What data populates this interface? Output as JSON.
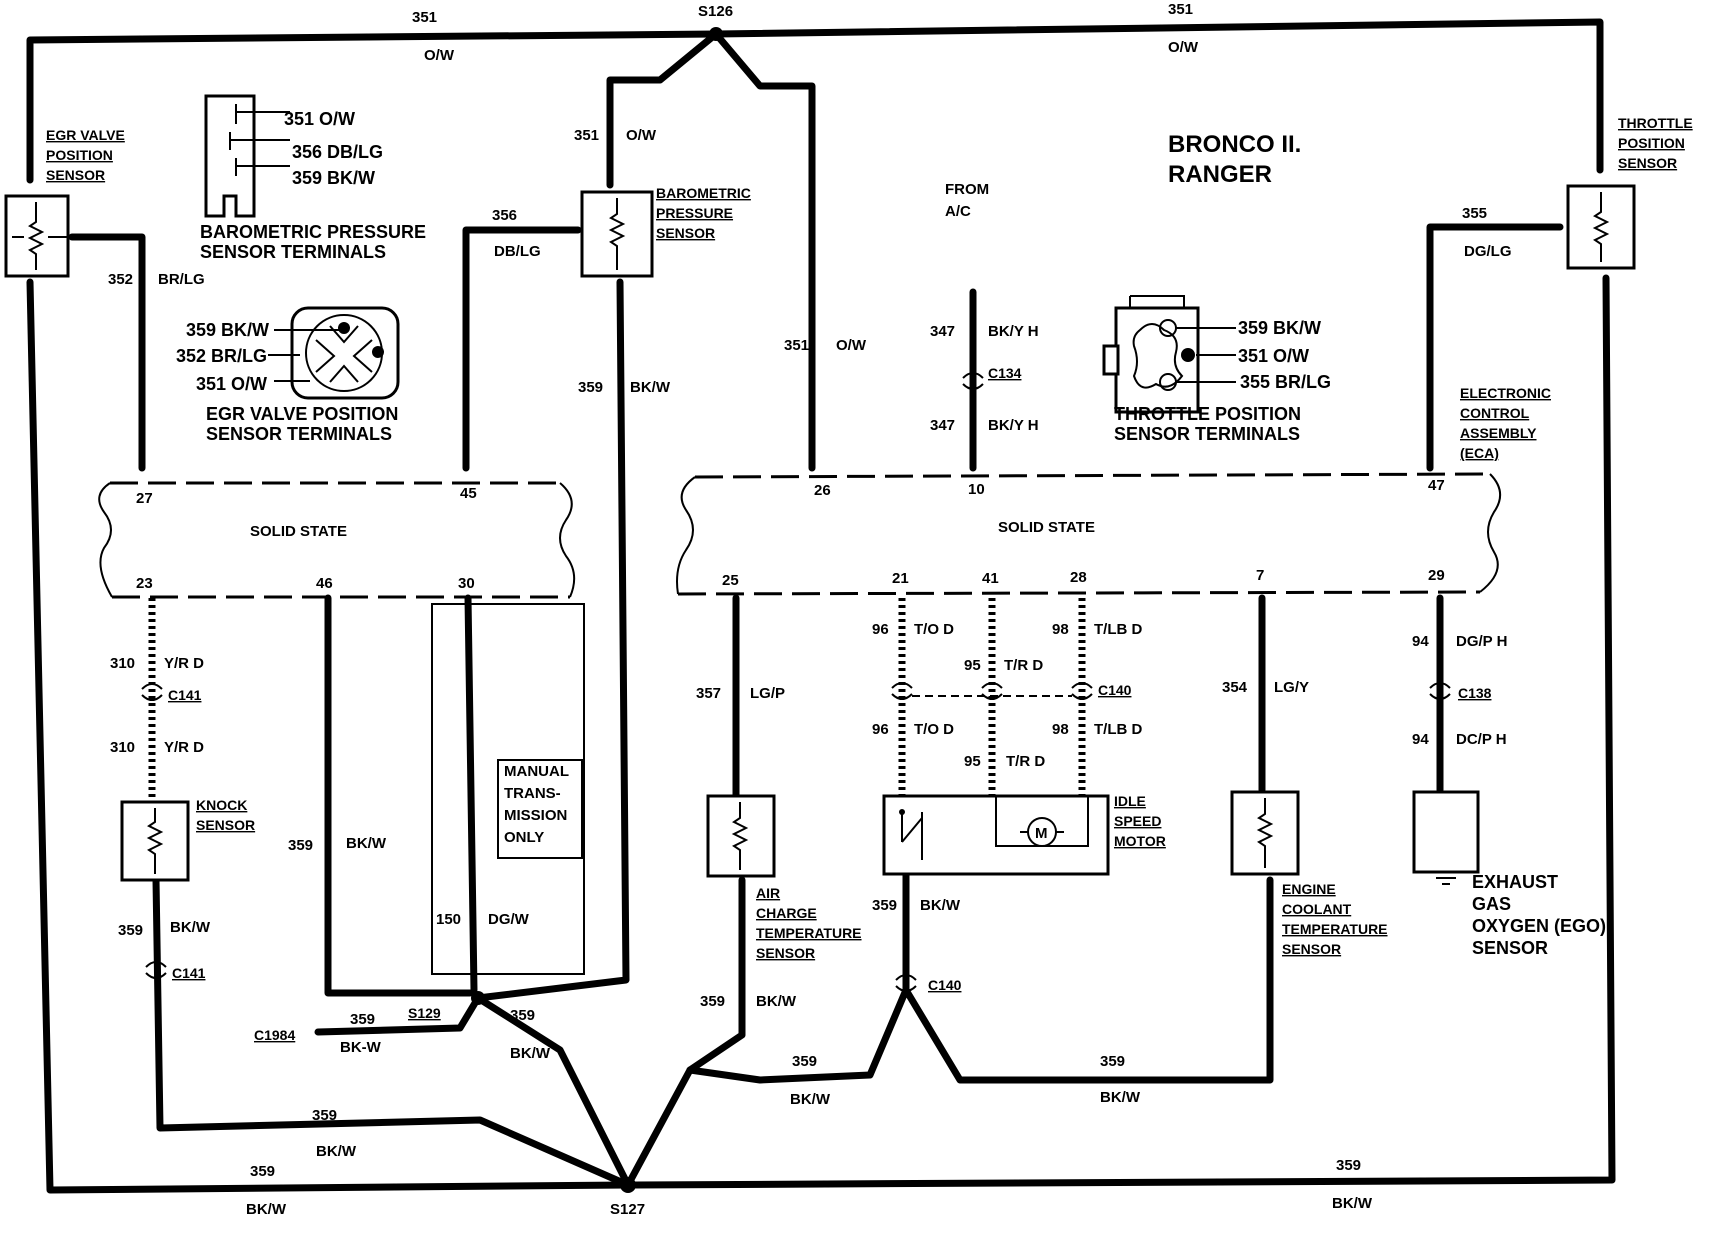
{
  "title": [
    "BRONCO II.",
    "RANGER"
  ],
  "ecu": {
    "label": [
      "ELECTRONIC",
      "CONTROL",
      "ASSEMBLY",
      "(ECA)"
    ],
    "left_state": "SOLID STATE",
    "right_state": "SOLID STATE",
    "pins": [
      "27",
      "45",
      "23",
      "46",
      "30",
      "26",
      "10",
      "47",
      "25",
      "21",
      "41",
      "28",
      "7",
      "29"
    ]
  },
  "splices": {
    "s126": "S126",
    "s127": "S127",
    "s129": "S129"
  },
  "connectors": {
    "c134": "C134",
    "c140_top": "C140",
    "c140_bot": "C140",
    "c141_top": "C141",
    "c141_bot": "C141",
    "c138": "C138",
    "c1984": "C1984"
  },
  "components": {
    "egr": [
      "EGR VALVE",
      "POSITION",
      "SENSOR"
    ],
    "throttle": [
      "THROTTLE",
      "POSITION",
      "SENSOR"
    ],
    "baro": [
      "BAROMETRIC",
      "PRESSURE",
      "SENSOR"
    ],
    "knock": [
      "KNOCK",
      "SENSOR"
    ],
    "act": [
      "AIR",
      "CHARGE",
      "TEMPERATURE",
      "SENSOR"
    ],
    "isc": [
      "IDLE",
      "SPEED",
      "MOTOR"
    ],
    "ect": [
      "ENGINE",
      "COOLANT",
      "TEMPERATURE",
      "SENSOR"
    ],
    "ego": [
      "EXHAUST",
      "GAS",
      "OXYGEN (EGO)",
      "SENSOR"
    ],
    "manual": [
      "MANUAL",
      "TRANS-",
      "MISSION",
      "ONLY"
    ],
    "from_ac": [
      "FROM",
      "A/C"
    ],
    "motor_symbol": "M"
  },
  "terminals": {
    "baro": {
      "caption": [
        "BAROMETRIC PRESSURE",
        "SENSOR TERMINALS"
      ],
      "pins": [
        "351 O/W",
        "356 DB/LG",
        "359 BK/W"
      ]
    },
    "egr": {
      "caption": [
        "EGR VALVE POSITION",
        "SENSOR TERMINALS"
      ],
      "pins": [
        "359 BK/W",
        "352 BR/LG",
        "351 O/W"
      ]
    },
    "tps": {
      "caption": [
        "THROTTLE POSITION",
        "SENSOR TERMINALS"
      ],
      "pins": [
        "359 BK/W",
        "351 O/W",
        "355 BR/LG"
      ]
    }
  },
  "wires": [
    {
      "id": "w351_top_left",
      "circuit": "351",
      "color": "O/W"
    },
    {
      "id": "w351_top_right",
      "circuit": "351",
      "color": "O/W"
    },
    {
      "id": "w351_baro",
      "circuit": "351",
      "color": "O/W"
    },
    {
      "id": "w351_ecu",
      "circuit": "351",
      "color": "O/W"
    },
    {
      "id": "w352",
      "circuit": "352",
      "color": "BR/LG"
    },
    {
      "id": "w356",
      "circuit": "356",
      "color": "DB/LG"
    },
    {
      "id": "w359_baro",
      "circuit": "359",
      "color": "BK/W"
    },
    {
      "id": "w355",
      "circuit": "355",
      "color": "DG/LG"
    },
    {
      "id": "w347_a",
      "circuit": "347",
      "color": "BK/Y H"
    },
    {
      "id": "w347_b",
      "circuit": "347",
      "color": "BK/Y H"
    },
    {
      "id": "w310_a",
      "circuit": "310",
      "color": "Y/R D"
    },
    {
      "id": "w310_b",
      "circuit": "310",
      "color": "Y/R D"
    },
    {
      "id": "w359_knock",
      "circuit": "359",
      "color": "BK/W"
    },
    {
      "id": "w359_46",
      "circuit": "359",
      "color": "BK/W"
    },
    {
      "id": "w150",
      "circuit": "150",
      "color": "DG/W"
    },
    {
      "id": "w359_c1984",
      "circuit": "359",
      "color": "BK-W"
    },
    {
      "id": "w359_s129",
      "circuit": "359",
      "color": "BK/W"
    },
    {
      "id": "w359_knock_ret",
      "circuit": "359",
      "color": "BK/W"
    },
    {
      "id": "w359_bottom_left",
      "circuit": "359",
      "color": "BK/W"
    },
    {
      "id": "w359_bottom_right",
      "circuit": "359",
      "color": "BK/W"
    },
    {
      "id": "w357",
      "circuit": "357",
      "color": "LG/P"
    },
    {
      "id": "w359_act",
      "circuit": "359",
      "color": "BK/W"
    },
    {
      "id": "w96_a",
      "circuit": "96",
      "color": "T/O D"
    },
    {
      "id": "w96_b",
      "circuit": "96",
      "color": "T/O D"
    },
    {
      "id": "w95_a",
      "circuit": "95",
      "color": "T/R D"
    },
    {
      "id": "w95_b",
      "circuit": "95",
      "color": "T/R D"
    },
    {
      "id": "w98_a",
      "circuit": "98",
      "color": "T/LB D"
    },
    {
      "id": "w98_b",
      "circuit": "98",
      "color": "T/LB D"
    },
    {
      "id": "w359_isc",
      "circuit": "359",
      "color": "BK/W"
    },
    {
      "id": "w359_c140_left",
      "circuit": "359",
      "color": "BK/W"
    },
    {
      "id": "w359_c140_right",
      "circuit": "359",
      "color": "BK/W"
    },
    {
      "id": "w354",
      "circuit": "354",
      "color": "LG/Y"
    },
    {
      "id": "w94_a",
      "circuit": "94",
      "color": "DG/P H"
    },
    {
      "id": "w94_b",
      "circuit": "94",
      "color": "DC/P H"
    }
  ]
}
